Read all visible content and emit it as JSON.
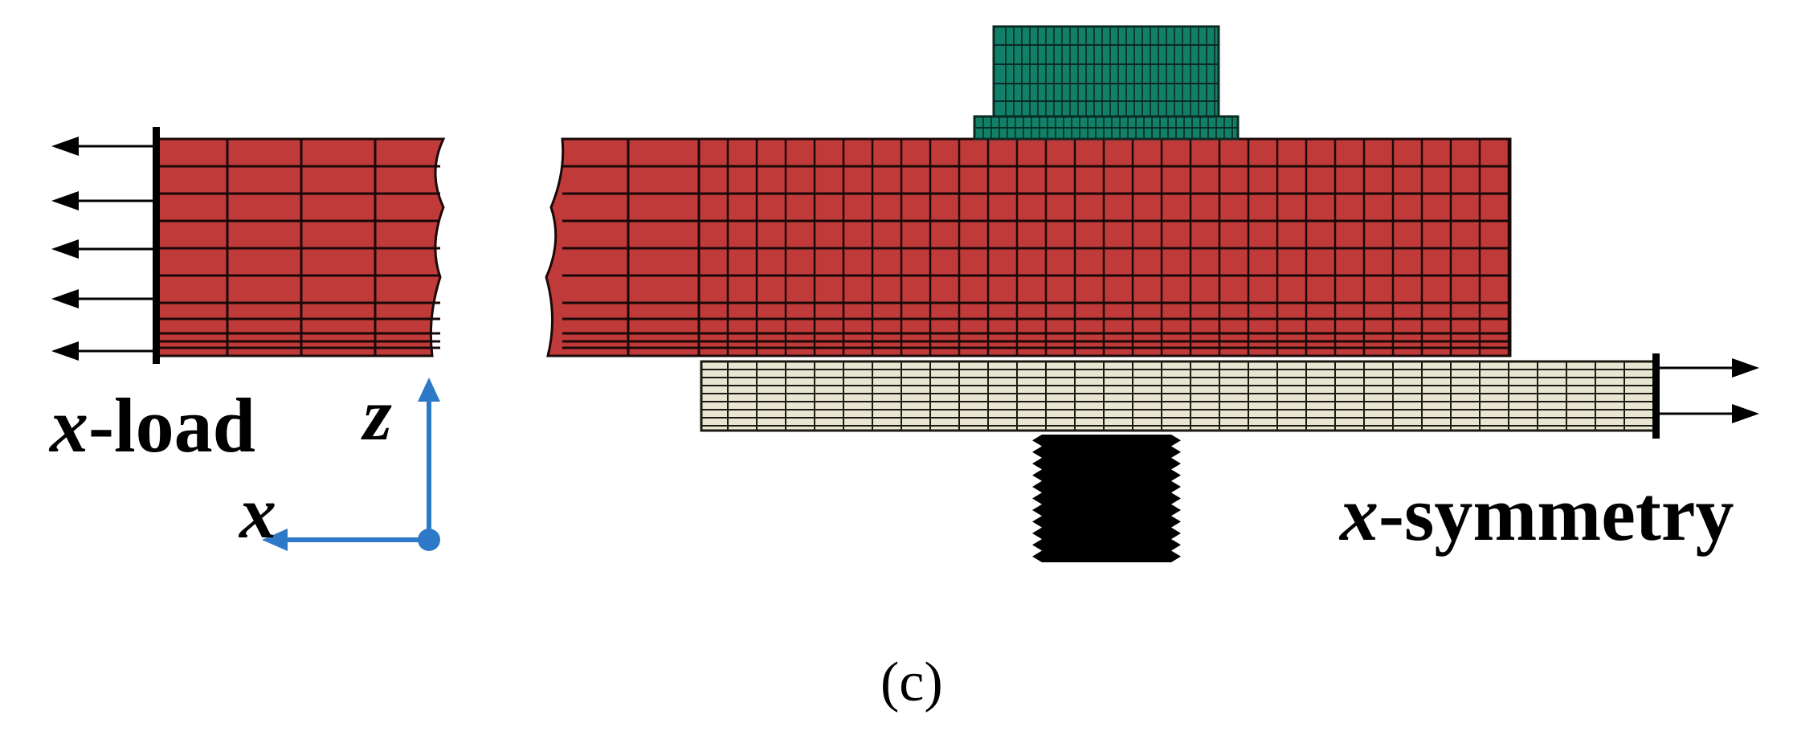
{
  "labels": {
    "x_load_var": "x",
    "x_load_rest": "-load",
    "x_symmetry_var": "x",
    "x_symmetry_rest": "-symmetry",
    "axis_x": "x",
    "axis_z": "z",
    "caption": "(c)"
  },
  "colors": {
    "plate_fill": "#c03a3a",
    "plate_grid": "#1a0808",
    "washer_fill": "#128068",
    "washer_grid": "#0a2a22",
    "lower_plate_fill": "#e8e6d2",
    "lower_plate_grid": "#1a1a12",
    "bolt_shank": "#000000",
    "axis_blue": "#2e78c8",
    "arrow": "#000000"
  },
  "icons": {
    "load_arrows": "arrow-left-icon",
    "symmetry_arrows": "arrow-right-icon",
    "axis_origin": "axis-origin-dot-icon"
  }
}
